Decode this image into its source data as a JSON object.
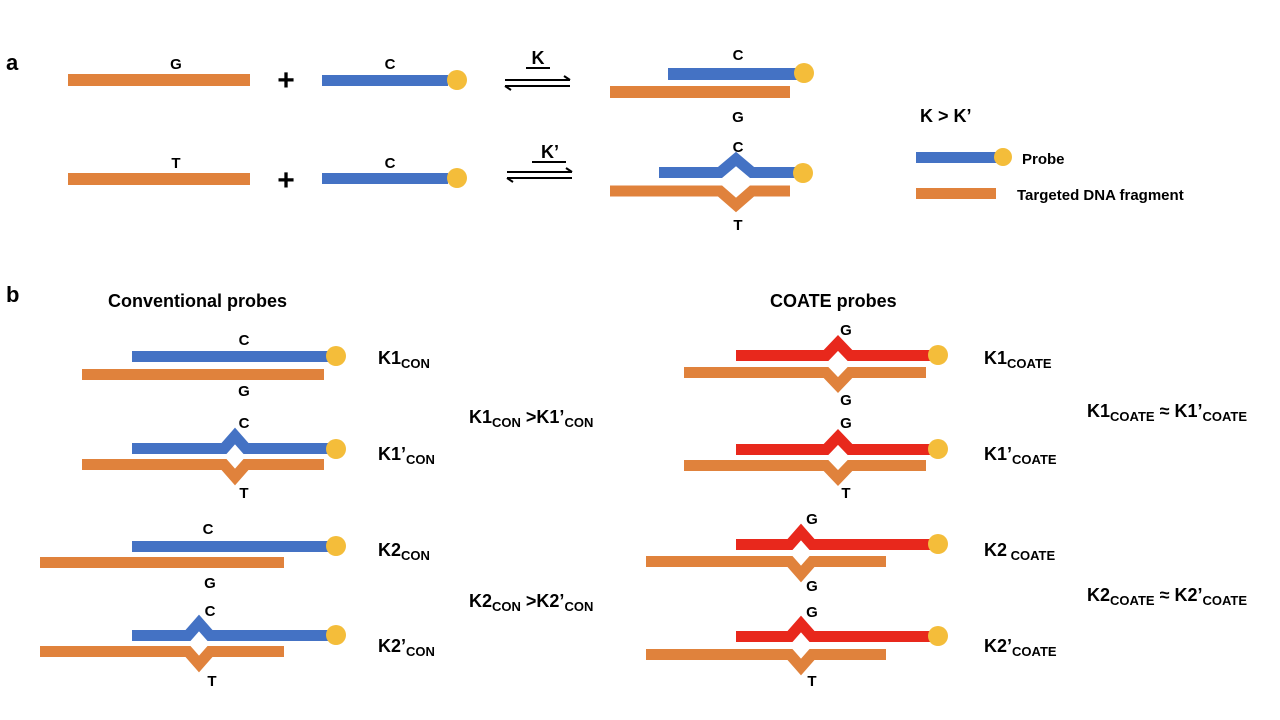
{
  "colors": {
    "probe": "#4472c4",
    "target": "#e0823c",
    "coate_probe": "#e8281c",
    "tip": "#f4bd3a"
  },
  "panel_a": {
    "label": "a",
    "plus": "+",
    "rows": [
      {
        "target_base": "G",
        "probe_base": "C",
        "constant": "K",
        "duplex_probe_base": "C",
        "duplex_target_base": "G"
      },
      {
        "target_base": "T",
        "probe_base": "C",
        "constant": "K’",
        "duplex_probe_base": "C",
        "duplex_target_base": "T"
      }
    ],
    "relation": "K > K’"
  },
  "legend": {
    "probe": "Probe",
    "target": "Targeted DNA fragment"
  },
  "panel_b": {
    "label": "b",
    "conventional": {
      "heading": "Conventional probes",
      "rows": [
        {
          "probe_base": "C",
          "target_base": "G",
          "k_main": "K1",
          "k_sub": "CON"
        },
        {
          "probe_base": "C",
          "target_base": "T",
          "k_main": "K1’",
          "k_sub": "CON"
        },
        {
          "probe_base": "C",
          "target_base": "G",
          "k_main": "K2",
          "k_sub": "CON"
        },
        {
          "probe_base": "C",
          "target_base": "T",
          "k_main": "K2’",
          "k_sub": "CON"
        }
      ],
      "comparisons": [
        {
          "a_main": "K1",
          "a_sub": "CON",
          "op": " >",
          "b_main": "K1’",
          "b_sub": "CON"
        },
        {
          "a_main": "K2",
          "a_sub": "CON",
          "op": " >",
          "b_main": "K2’",
          "b_sub": "CON"
        }
      ]
    },
    "coate": {
      "heading": "COATE probes",
      "rows": [
        {
          "probe_base": "G",
          "target_base": "G",
          "k_main": "K1",
          "k_sub": "COATE"
        },
        {
          "probe_base": "G",
          "target_base": "T",
          "k_main": "K1’",
          "k_sub": "COATE"
        },
        {
          "probe_base": "G",
          "target_base": "G",
          "k_main": "K2",
          "k_sub": " COATE"
        },
        {
          "probe_base": "G",
          "target_base": "T",
          "k_main": "K2’",
          "k_sub": "COATE"
        }
      ],
      "comparisons": [
        {
          "a_main": "K1",
          "a_sub": "COATE",
          "op": " ≈ ",
          "b_main": "K1’",
          "b_sub": "COATE"
        },
        {
          "a_main": "K2",
          "a_sub": "COATE",
          "op": " ≈ ",
          "b_main": "K2’",
          "b_sub": "COATE"
        }
      ]
    }
  }
}
